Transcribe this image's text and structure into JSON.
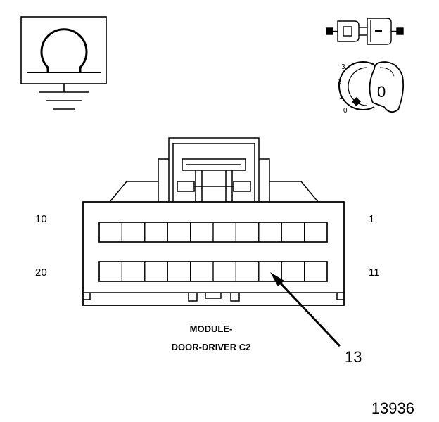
{
  "icons": {
    "ohmmeter": "ohmmeter-icon",
    "connector_pair": "connector-disconnect-icon",
    "ignition": "ignition-key-icon"
  },
  "ignition": {
    "positions": [
      "3",
      "2",
      "1",
      "0"
    ],
    "key_label": "0"
  },
  "connector": {
    "pin_left_top": "10",
    "pin_right_top": "1",
    "pin_left_bottom": "20",
    "pin_right_bottom": "11",
    "cavities_per_row": 10,
    "rows": 2
  },
  "caption": {
    "line1": "MODULE-",
    "line2": "DOOR-DRIVER C2"
  },
  "callout": {
    "label": "13"
  },
  "figure_number": "13936"
}
